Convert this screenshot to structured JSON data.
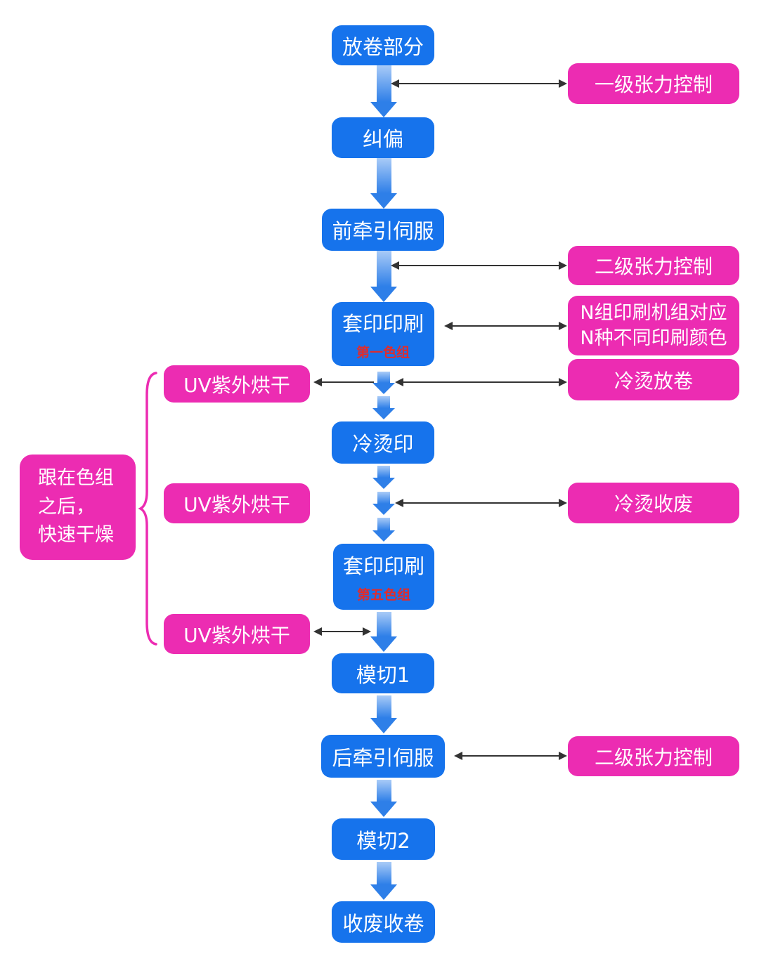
{
  "colors": {
    "box-blue": "#1673EC",
    "box-pink": "#EC2CB2",
    "subtitle-red": "#E02C2C",
    "arrow-blue-light": "#A9CBF7",
    "arrow-blue-dark": "#2E7FE8",
    "connector-black": "#333333",
    "text-white": "#FFFFFF",
    "background": "#FFFFFF"
  },
  "flow": {
    "main": [
      {
        "label": "放卷部分"
      },
      {
        "label": "纠偏"
      },
      {
        "label": "前牵引伺服"
      },
      {
        "label": "套印印刷",
        "sublabel": "第一色组"
      },
      {
        "label": "冷烫印"
      },
      {
        "label": "套印印刷",
        "sublabel": "第五色组"
      },
      {
        "label": "模切1"
      },
      {
        "label": "后牵引伺服"
      },
      {
        "label": "模切2"
      },
      {
        "label": "收废收卷"
      }
    ],
    "right": [
      {
        "label": "一级张力控制"
      },
      {
        "label": "二级张力控制"
      },
      {
        "line1": "N组印刷机组对应",
        "line2": "N种不同印刷颜色"
      },
      {
        "label": "冷烫放卷"
      },
      {
        "label": "冷烫收废"
      },
      {
        "label": "二级张力控制"
      }
    ],
    "left": {
      "uv": [
        "UV紫外烘干",
        "UV紫外烘干",
        "UV紫外烘干"
      ],
      "note": {
        "line1": "跟在色组",
        "line2": "之后，",
        "line3": "快速干燥"
      }
    }
  }
}
